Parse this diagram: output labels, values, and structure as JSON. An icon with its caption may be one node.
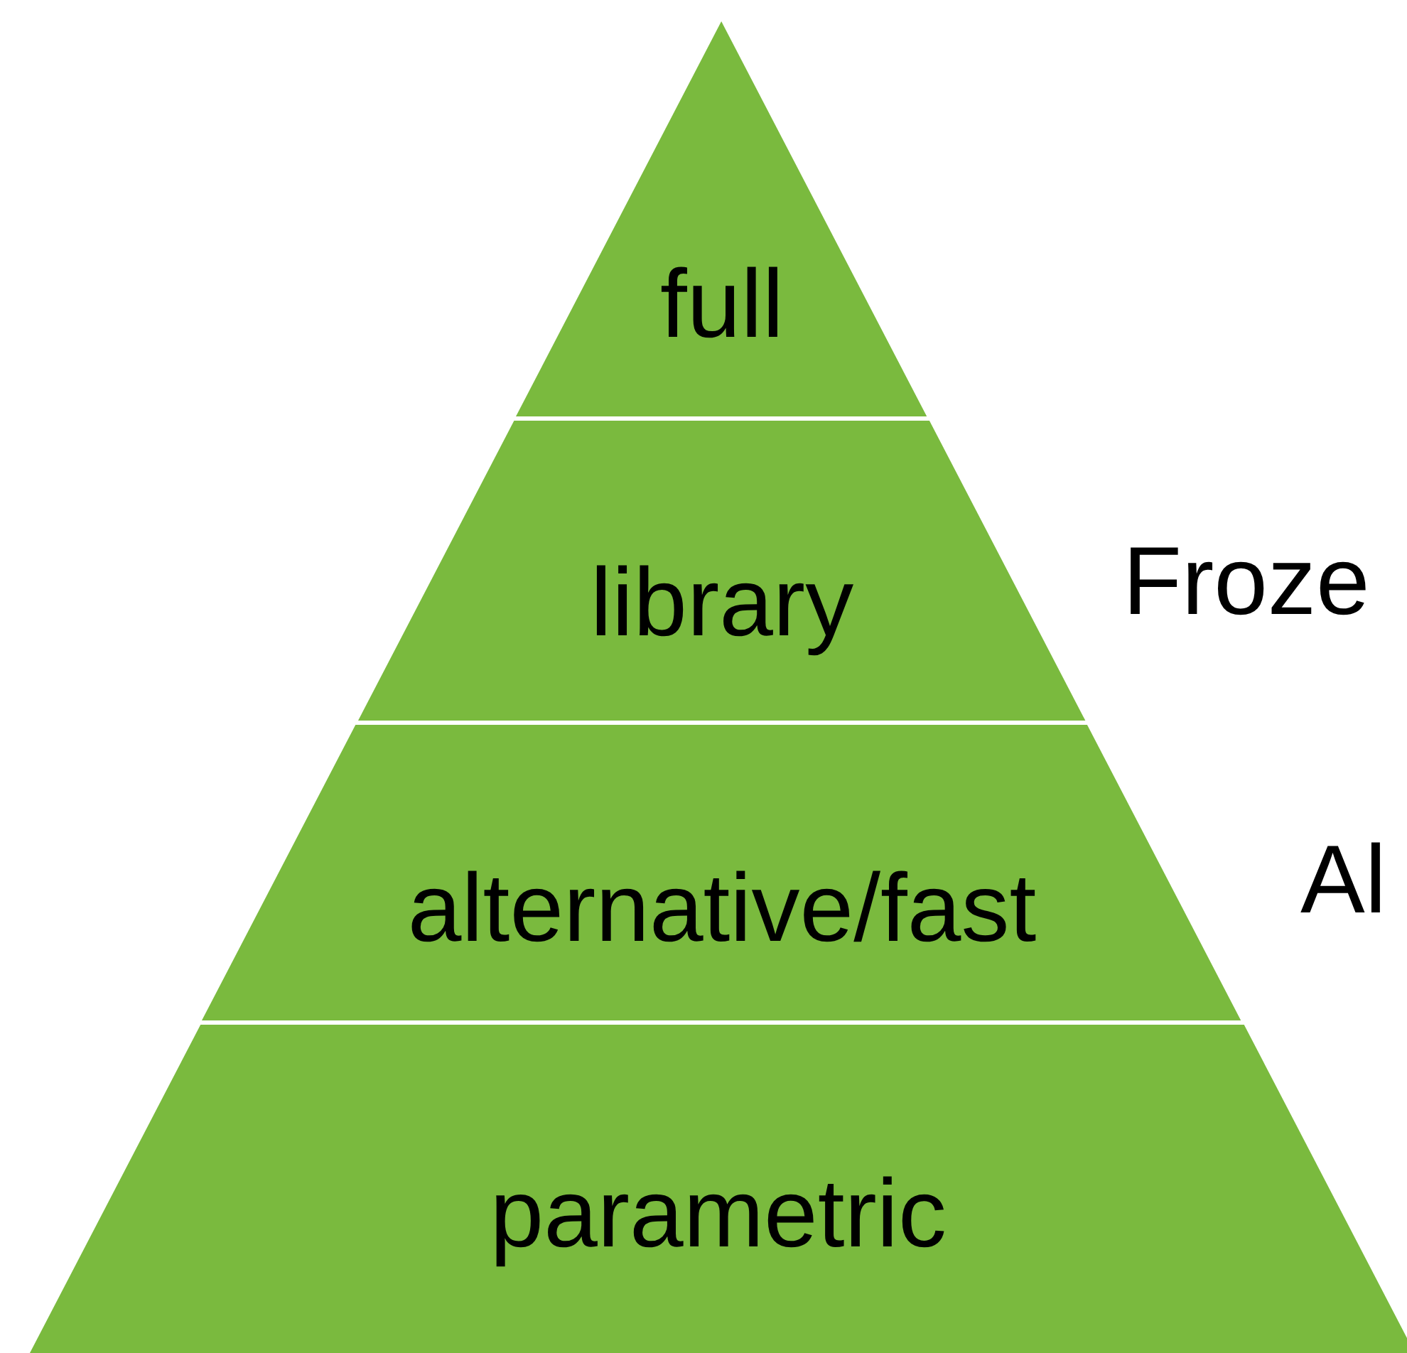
{
  "diagram": {
    "nodes": [
      {
        "text": [
          "full"
        ]
      },
      {
        "text": [
          "library"
        ],
        "beside": [
          "Froze"
        ]
      },
      {
        "text": [
          "alternative/fast"
        ],
        "beside": [
          "Al"
        ]
      },
      {
        "text": [
          "parametric"
        ]
      }
    ]
  }
}
